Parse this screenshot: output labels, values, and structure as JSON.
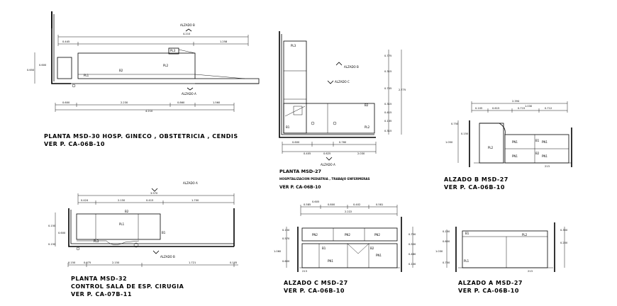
{
  "drawings": {
    "d1": {
      "title_line1": "PLANTA MSD-30 HOSP. GINECO , OBSTETRICIA , CENDIS",
      "title_line2": "VER P. CA-06B-10",
      "view_top": "ALZADO B",
      "view_bottom": "ALZADO A",
      "dims_top": [
        "4.210",
        "0.445",
        "1.258",
        "0.600",
        "2.230",
        "0.860",
        "1.560",
        "4.210"
      ],
      "dims_side": [
        "0.650",
        "0.600"
      ],
      "tags": [
        "PL3",
        "PL2",
        "PL1",
        "B2"
      ]
    },
    "d2": {
      "title_line1": "PLANTA MSD-27",
      "title_line2": "HOSPITALIZACION PEDIATRIA , TRABAJO ENFERMERAS",
      "title_line3": "VER P. CA-06B-10",
      "view_b": "ALZADO B",
      "view_c": "ALZADO C",
      "view_a": "ALZADO A",
      "dims_bottom": [
        "0.600",
        "0.760",
        "0.405",
        "0.625",
        "2.030"
      ],
      "dims_side": [
        "0.775",
        "0.315",
        "0.705",
        "0.315",
        "0.415",
        "0.135",
        "0.315",
        "2.775"
      ],
      "tags": [
        "PL3",
        "B2",
        "B1",
        "PL2"
      ]
    },
    "d3": {
      "title_line1": "ALZADO B  MSD-27",
      "title_line2": "VER P. CA-06B-10",
      "dims_top": [
        "2.394",
        "1.030",
        "0.105",
        "0.615",
        "0.715",
        "0.712"
      ],
      "dims_side": [
        "0.750",
        "1.050",
        "0.150"
      ],
      "tags": [
        "PN1",
        "PN1",
        "PN1",
        "PN1",
        "PL2",
        "B1",
        "B2"
      ],
      "dim_bottom": "213"
    },
    "d4": {
      "title_line1": "PLANTA MSD-32",
      "title_line2": "CONTROL SALA DE ESP. CIRUGIA",
      "title_line3": "VER P. CA-07B-11",
      "view_top": "ALZADO A",
      "view_bottom": "ALZADO B",
      "dims_top": [
        "3.970",
        "0.424",
        "2.150",
        "0.415",
        "1.700"
      ],
      "dims_bottom": [
        "0.150",
        "0.675",
        "2.150",
        "1.721",
        "0.105"
      ],
      "dims_side": [
        "0.150",
        "0.600",
        "0.150"
      ],
      "tags": [
        "PL3",
        "PL1",
        "B2",
        "B1"
      ]
    },
    "d5": {
      "title_line1": "ALZADO  C  MSD-27",
      "title_line2": "VER P. CA-06B-10",
      "dims_top": [
        "0.605",
        "0.585",
        "0.800",
        "0.402",
        "0.581",
        "2.222"
      ],
      "dims_side": [
        "0.150",
        "0.570",
        "1.060",
        "0.600",
        "0.750",
        "0.500",
        "0.480",
        "0.100"
      ],
      "tags": [
        "PN2",
        "PN2",
        "PN2",
        "PN1",
        "PN1",
        "B1",
        "B2"
      ],
      "dim_bottom": "213"
    },
    "d6": {
      "title_line1": "ALZADO A  MSD-27",
      "title_line2": "VER P. CA-06B-10",
      "dims_side": [
        "0.150",
        "0.600",
        "1.030",
        "0.750",
        "0.350",
        "0.200"
      ],
      "tags": [
        "PL2",
        "PL1",
        "B1"
      ],
      "dim_bottom": "213"
    }
  }
}
